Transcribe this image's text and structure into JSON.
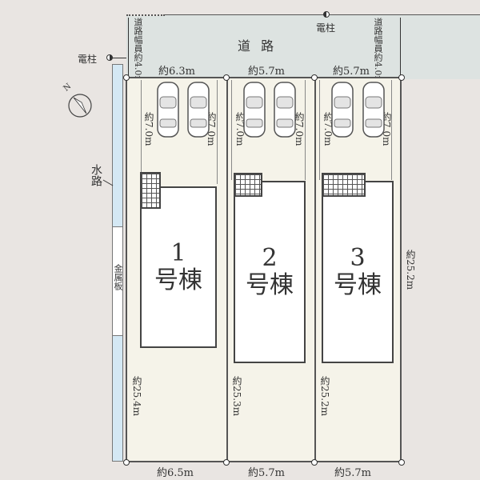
{
  "road": {
    "label": "道 路",
    "width_left": "道路幅員約4.0m",
    "width_right": "道路幅員約4.0m"
  },
  "utility_poles": {
    "top": "電柱",
    "left": "電柱"
  },
  "waterway": {
    "label": "水路"
  },
  "metal_plate": {
    "label": "金属板"
  },
  "compass": {
    "label": "N"
  },
  "frontage": [
    "約6.3m",
    "約5.7m",
    "約5.7m"
  ],
  "rear_widths": [
    "約6.5m",
    "約5.7m",
    "約5.7m"
  ],
  "lots": [
    {
      "number": "1",
      "name": "号棟",
      "depth": "約25.4m",
      "parking_depth": [
        "約7.0m",
        "約7.0m"
      ]
    },
    {
      "number": "2",
      "name": "号棟",
      "depth": "約25.3m",
      "parking_depth": [
        "約7.0m",
        "約7.0m"
      ]
    },
    {
      "number": "3",
      "name": "号棟",
      "depth": "約25.2m",
      "parking_depth": [
        "約7.0m",
        "約7.0m"
      ]
    }
  ],
  "right_depth": "約25.2m"
}
